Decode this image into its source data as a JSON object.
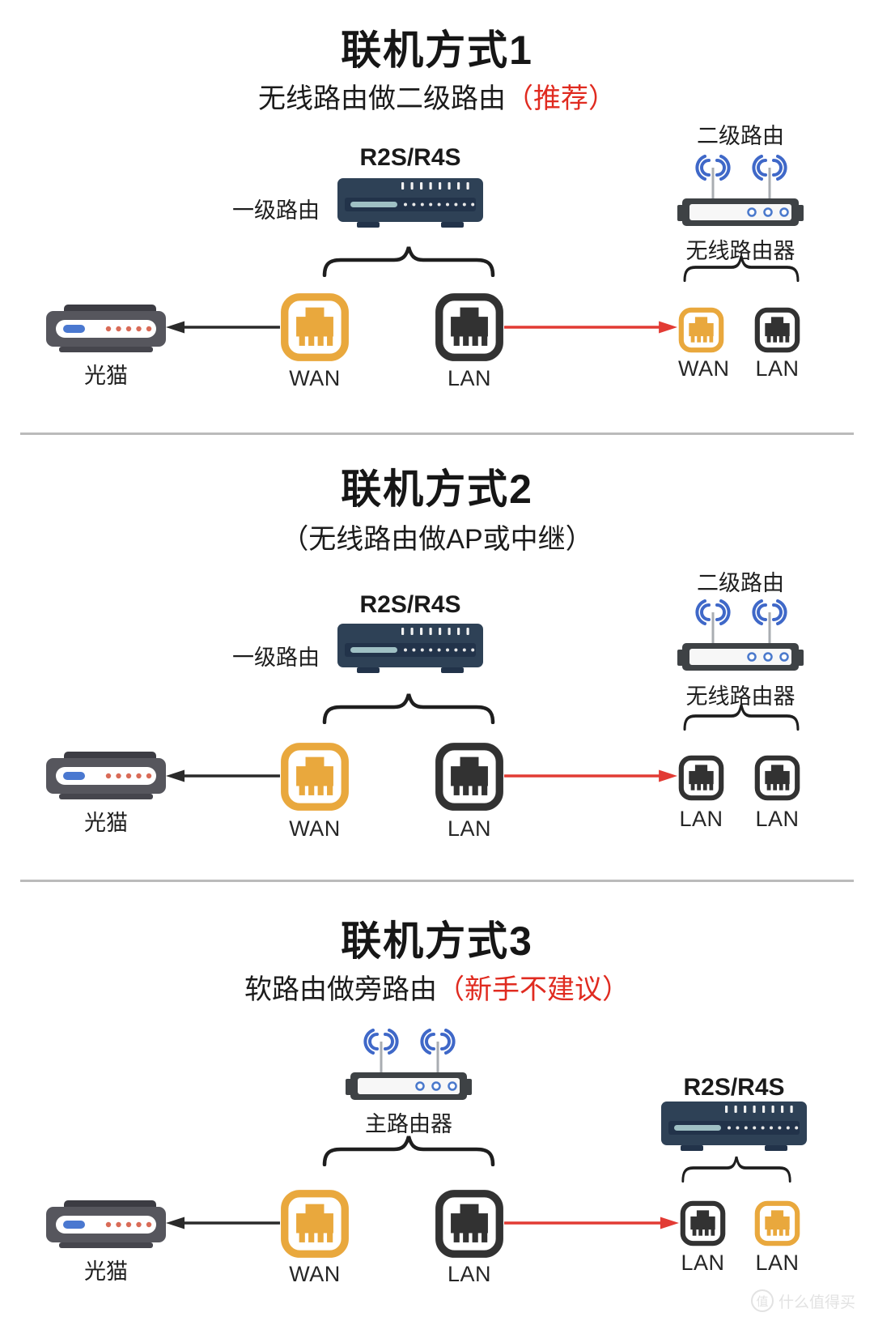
{
  "colors": {
    "orange": "#E9A83D",
    "dark_port": "#323232",
    "red_arrow": "#E23B34",
    "red_text": "#E02B20",
    "arrow_black": "#2A2A2A",
    "device_navy": "#2E4156",
    "router_body": "#3E4245",
    "wifi_blue": "#3F68C8",
    "divider": "#BBBBBB"
  },
  "watermark": {
    "logo": "值",
    "text": "什么值得买"
  },
  "section1": {
    "title": "联机方式1",
    "subtitle": "无线路由做二级路由",
    "subtitle_highlight": "（推荐）",
    "modem_label": "光猫",
    "device_name": "R2S/R4S",
    "device_role": "一级路由",
    "wan_label": "WAN",
    "lan_label": "LAN",
    "right_top_label": "二级路由",
    "right_bottom_label": "无线路由器",
    "right_port1_label": "WAN",
    "right_port2_label": "LAN"
  },
  "section2": {
    "title": "联机方式2",
    "subtitle": "（无线路由做AP或中继）",
    "subtitle_highlight": "",
    "modem_label": "光猫",
    "device_name": "R2S/R4S",
    "device_role": "一级路由",
    "wan_label": "WAN",
    "lan_label": "LAN",
    "right_top_label": "二级路由",
    "right_bottom_label": "无线路由器",
    "right_port1_label": "LAN",
    "right_port2_label": "LAN"
  },
  "section3": {
    "title": "联机方式3",
    "subtitle": "软路由做旁路由",
    "subtitle_highlight": "（新手不建议）",
    "modem_label": "光猫",
    "center_device_label": "主路由器",
    "wan_label": "WAN",
    "lan_label": "LAN",
    "right_device_name": "R2S/R4S",
    "right_port1_label": "LAN",
    "right_port2_label": "LAN"
  }
}
